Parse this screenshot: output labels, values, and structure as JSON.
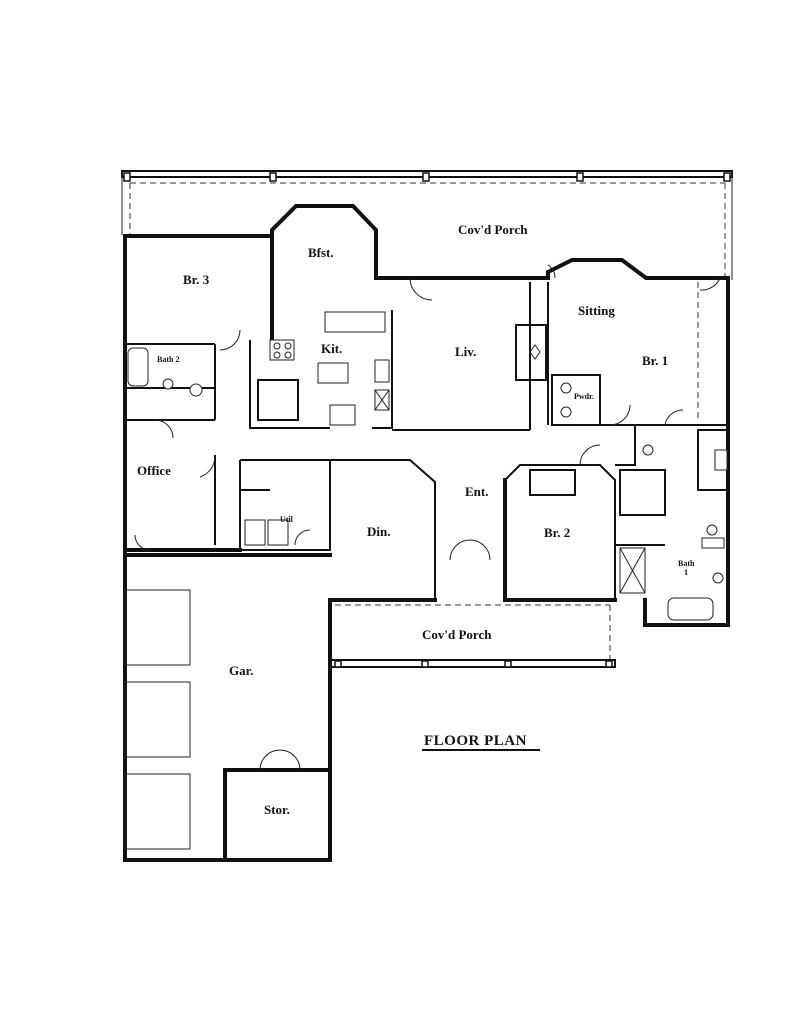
{
  "rooms": {
    "covd_porch_top": "Cov'd Porch",
    "br3": "Br. 3",
    "bfst": "Bfst.",
    "sitting": "Sitting",
    "bath2": "Bath 2",
    "kit": "Kit.",
    "liv": "Liv.",
    "br1": "Br. 1",
    "pwdr": "Pwdr.",
    "office": "Office",
    "util": "Util",
    "ent": "Ent.",
    "br2": "Br. 2",
    "din": "Din.",
    "bath1_line1": "Bath",
    "bath1_line2": "1",
    "covd_porch_bottom": "Cov'd Porch",
    "gar": "Gar.",
    "stor": "Stor."
  },
  "title": "FLOOR PLAN"
}
